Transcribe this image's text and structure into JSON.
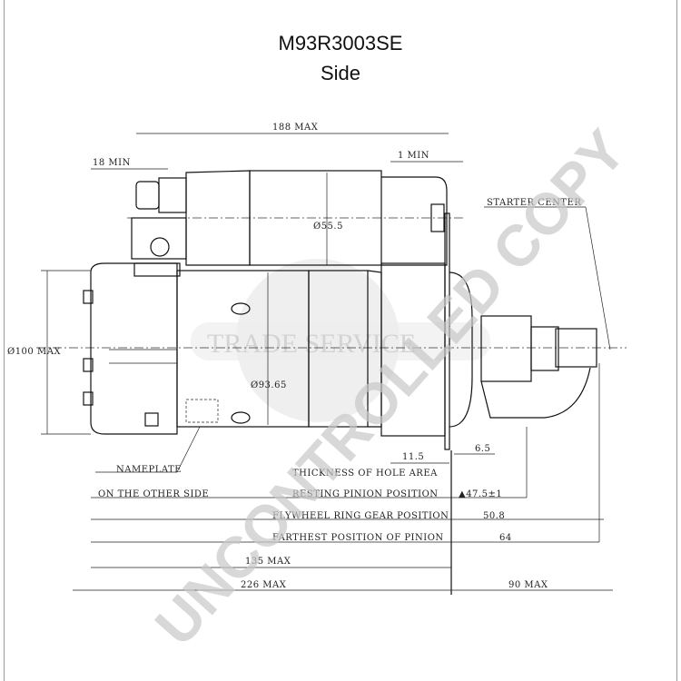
{
  "header": {
    "title": "M93R3003SE",
    "subtitle": "Side"
  },
  "dimensions": {
    "overall_188": "188 MAX",
    "min_18": "18 MIN",
    "min_1": "1 MIN",
    "starter_center": "STARTER CENTER",
    "dia_55": "Ø55.5",
    "dia_93": "Ø93.65",
    "dia_100": "Ø100 MAX",
    "nameplate": "NAMEPLATE",
    "other_side": "ON THE OTHER SIDE",
    "d_11_5": "11.5",
    "d_6_5": "6.5",
    "thickness": "THICKNESS OF HOLE AREA",
    "resting": "RESTING PINION POSITION",
    "d_47_5": "▲47.5±1",
    "flywheel": "FLYWHEEL RING GEAR POSITION",
    "d_50_8": "50.8",
    "farthest": "FARTHEST POSITION OF  PINION",
    "d_64": "64",
    "max_135": "135 MAX",
    "max_226": "226 MAX",
    "max_90": "90 MAX"
  },
  "watermark": {
    "main": "UNCONTROLLED COPY",
    "logo": "TRADE SERVICE"
  }
}
